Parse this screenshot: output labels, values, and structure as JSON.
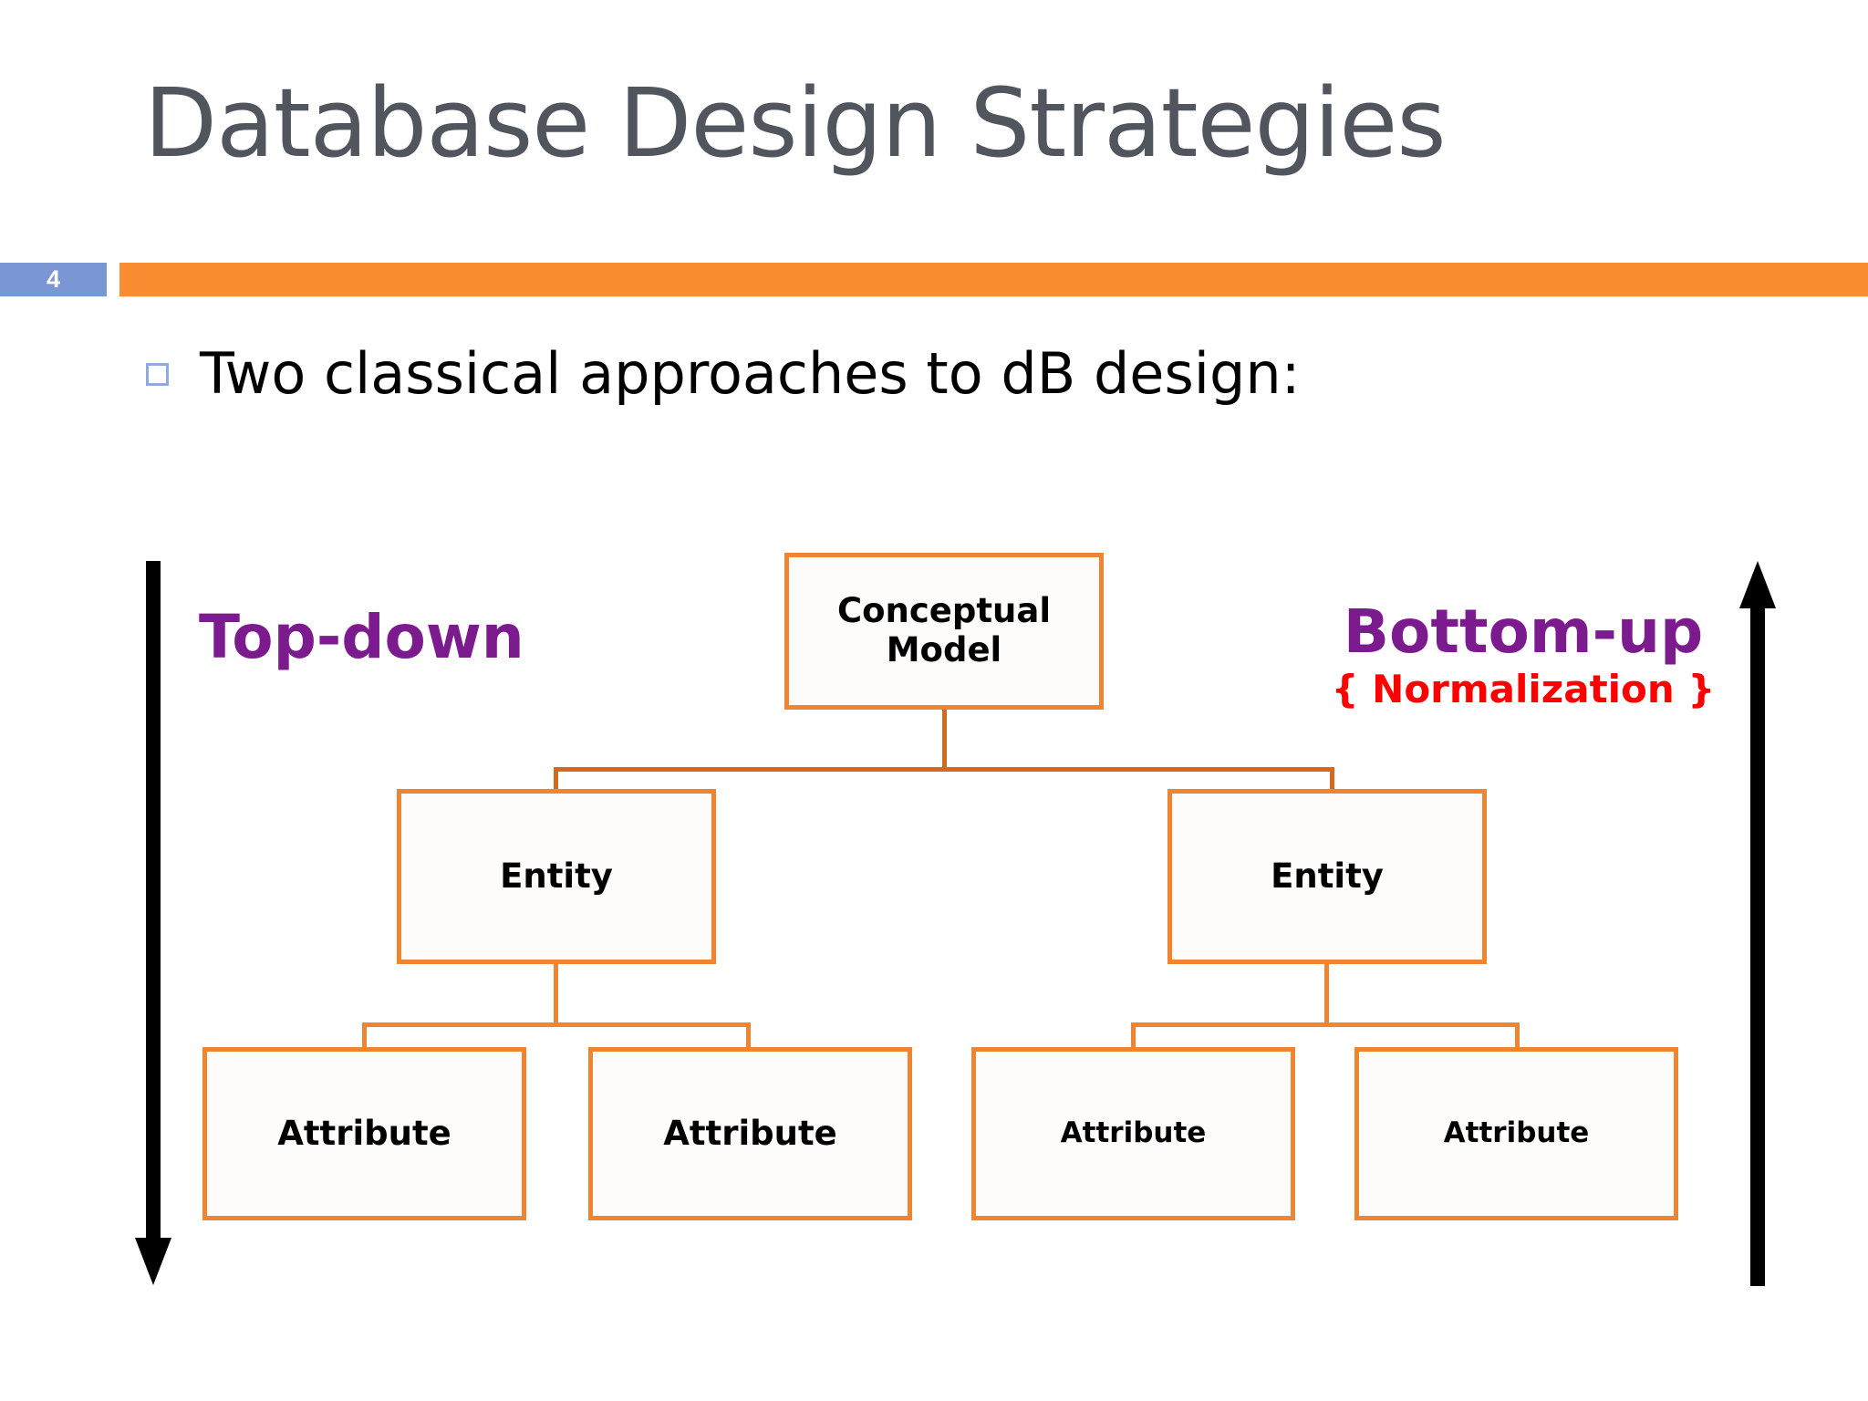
{
  "slide": {
    "title": "Database Design Strategies",
    "slide_number": "4",
    "accent_bar_color": "#fa8c32",
    "badge_color": "#7b96d4",
    "title_color": "#51565e"
  },
  "body": {
    "bullet": {
      "marker": "hollow-square-bullet",
      "text": "Two classical approaches to  dB design:"
    }
  },
  "diagram": {
    "left_arrow": {
      "direction": "down",
      "name": "down-arrow"
    },
    "right_arrow": {
      "direction": "up",
      "name": "up-arrow"
    },
    "left_caption": "Top-down",
    "right_caption": "Bottom-up",
    "right_subcaption": "{ Normalization }",
    "caption_color": "#7b1b8e",
    "subcaption_color": "#ff0000",
    "node_border_color": "#ef8432",
    "connector_color": "#d2691e",
    "nodes": {
      "root": "Conceptual\nModel",
      "root_line1": "Conceptual",
      "root_line2": "Model",
      "entity_left": "Entity",
      "entity_right": "Entity",
      "attribute_1": "Attribute",
      "attribute_2": "Attribute",
      "attribute_3": "Attribute",
      "attribute_4": "Attribute"
    }
  }
}
